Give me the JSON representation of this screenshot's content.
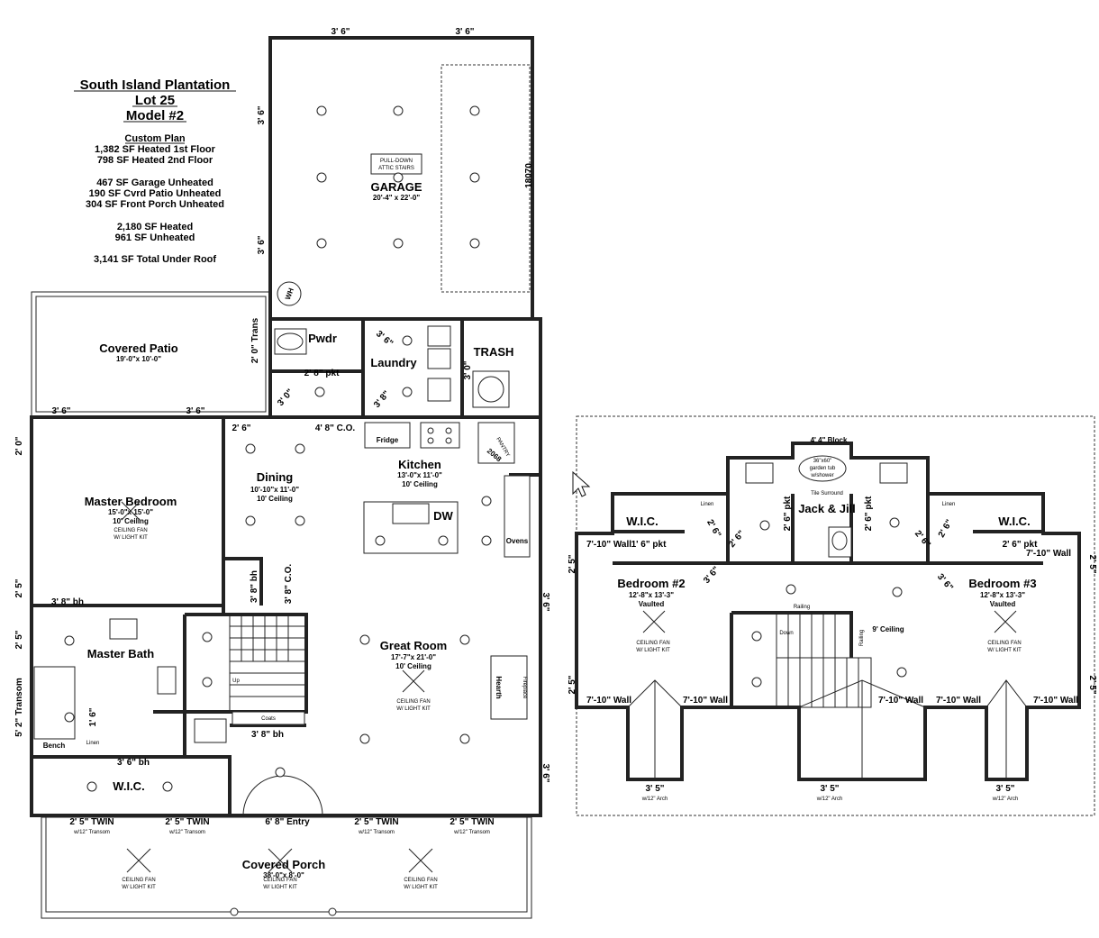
{
  "header": {
    "title_lines": [
      "South Island Plantation",
      "Lot 25",
      "Model #2"
    ],
    "plan_label": "Custom Plan",
    "stats": [
      "1,382 SF Heated 1st Floor",
      "798 SF Heated 2nd Floor",
      "467 SF Garage Unheated",
      "190 SF Cvrd Patio Unheated",
      "304 SF Front Porch Unheated",
      "2,180 SF Heated",
      "961 SF Unheated",
      "3,141 SF Total Under Roof"
    ]
  },
  "first_floor": {
    "garage": {
      "name": "GARAGE",
      "size": "20'-4\" x 22'-0\"",
      "attic_line1": "PULL-DOWN",
      "attic_line2": "ATTIC STAIRS",
      "side_dim": "18070",
      "wh": "WH"
    },
    "covered_patio": {
      "name": "Covered Patio",
      "size": "19'-0\"x 10'-0\""
    },
    "pwdr": {
      "name": "Pwdr"
    },
    "laundry": {
      "name": "Laundry"
    },
    "trash": {
      "name": "TRASH"
    },
    "dining": {
      "name": "Dining",
      "size": "10'-10\"x 11'-0\"",
      "ceiling": "10' Ceiling"
    },
    "kitchen": {
      "name": "Kitchen",
      "size": "13'-0\"x 11'-0\"",
      "ceiling": "10' Ceiling",
      "fridge": "Fridge",
      "pantry": "PANTRY",
      "ovens": "Ovens",
      "dw": "DW",
      "code": "2068"
    },
    "master_bedroom": {
      "name": "Master Bedroom",
      "size": "15'-0\"x 15'-0\"",
      "ceiling": "10' Ceiling",
      "fan1": "CEILING FAN",
      "fan2": "W/ LIGHT KIT"
    },
    "master_bath": {
      "name": "Master Bath",
      "bench": "Bench",
      "linen": "Linen",
      "transom": "5' 2\" Transom"
    },
    "great_room": {
      "name": "Great Room",
      "size": "17'-7\"x 21'-0\"",
      "ceiling": "10' Ceiling",
      "fan1": "CEILING FAN",
      "fan2": "W/ LIGHT KIT",
      "hearth": "Hearth",
      "fireplace": "Fireplace"
    },
    "wic": {
      "name": "W.I.C."
    },
    "coats": "Coats",
    "up": "Up",
    "covered_porch": {
      "name": "Covered Porch",
      "size": "38'-0\"x 8'-0\"",
      "fan1": "CEILING FAN",
      "fan2": "W/ LIGHT KIT"
    },
    "labels": {
      "d36": "3' 6\"",
      "d26": "2' 6\"",
      "d20": "2' 0\"",
      "d25": "2' 5\"",
      "trans": "2' 0\" Trans",
      "pkt": "2' 8\" pkt",
      "co48": "4' 8\" C.O.",
      "co38": "3' 8\" C.O.",
      "bh38": "3' 8\" bh",
      "bh36": "3' 6\" bh",
      "d30": "3' 0\"",
      "d38": "3' 8\"",
      "d16": "1' 6\"",
      "entry": "6' 8\" Entry",
      "twin": "2' 5\" TWIN",
      "transom": "w/12\" Transom"
    }
  },
  "second_floor": {
    "block": "4' 4\" Block",
    "tub_line1": "36\"x60\"",
    "tub_line2": "garden tub",
    "tub_line3": "w/shower",
    "tile": "Tile Surround",
    "jack_jill": "Jack & Jill",
    "bedroom2": {
      "name": "Bedroom #2",
      "size": "12'-8\"x 13'-3\"",
      "vault": "Vaulted",
      "fan1": "CEILING FAN",
      "fan2": "W/ LIGHT KIT"
    },
    "bedroom3": {
      "name": "Bedroom #3",
      "size": "12'-8\"x 13'-3\"",
      "vault": "Vaulted",
      "fan1": "CEILING FAN",
      "fan2": "W/ LIGHT KIT"
    },
    "wic": "W.I.C.",
    "linen": "Linen",
    "railing": "Railing",
    "down": "Down",
    "ceiling9": "9' Ceiling",
    "wall7": "7'-10\" Wall",
    "pkt": "2' 6\" pkt",
    "pkt2": "1' 6\" pkt",
    "arch": "3' 5\"",
    "arch_note": "w/12\" Arch",
    "d26": "2' 6\"",
    "d36": "3' 6\"",
    "pkt3": "2' 6\" pkt",
    "d25": "2' 5\""
  }
}
